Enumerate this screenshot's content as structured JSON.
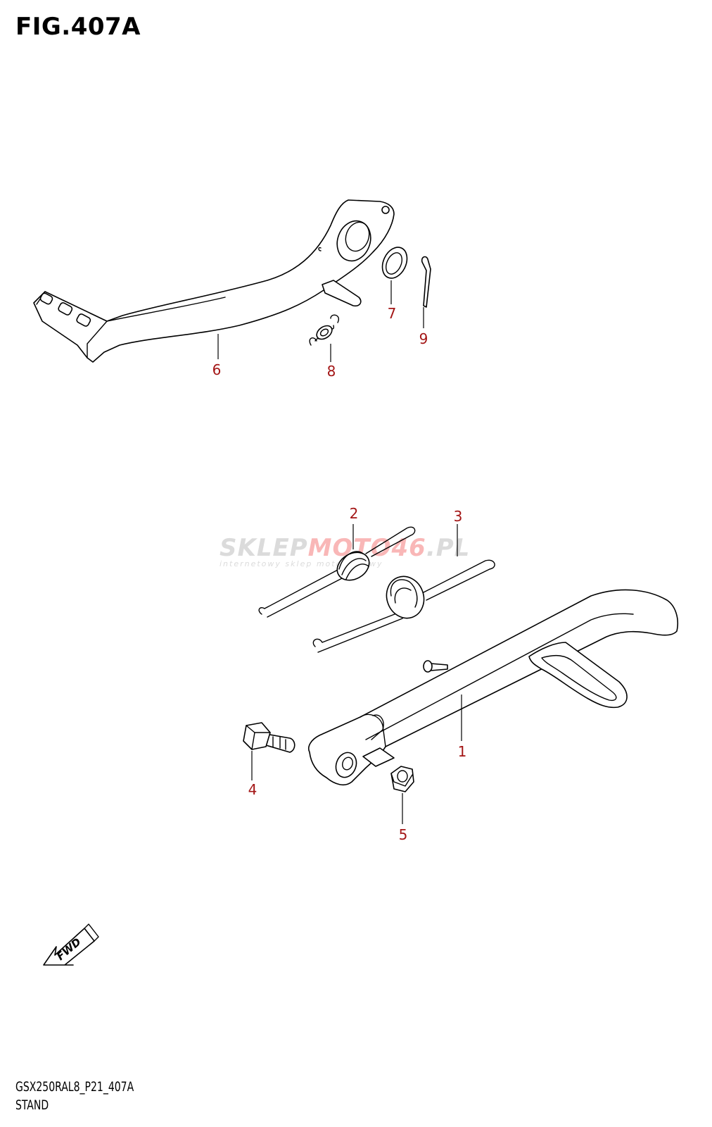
{
  "figure": {
    "title": "FIG.407A",
    "model_code": "GSX250RAL8_P21_407A",
    "section_name": "STAND"
  },
  "watermark": {
    "brand_part1": "SKLEP",
    "brand_part2": "MOTO46",
    "brand_part3": ".PL",
    "tagline": "internetowy sklep motocyklowy"
  },
  "fwd_label": "FWD",
  "callouts": [
    "1",
    "2",
    "3",
    "4",
    "5",
    "6",
    "7",
    "8",
    "9"
  ],
  "colors": {
    "callout": "#a31515",
    "line": "#000000",
    "background": "#ffffff"
  }
}
